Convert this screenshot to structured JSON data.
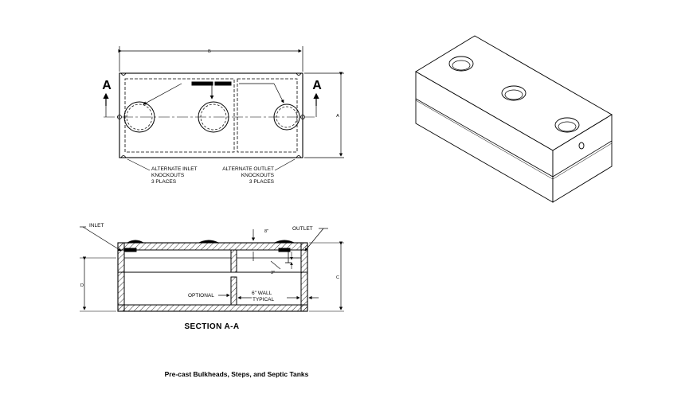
{
  "top_view": {
    "dim_b": "B",
    "dim_a": "A",
    "section_mark_left": "A",
    "section_mark_right": "A",
    "note_inlet": [
      "ALTERNATE INLET",
      "KNOCKOUTS",
      "3 PLACES"
    ],
    "note_outlet": [
      "ALTERNATE OUTLET",
      "KNOCKOUTS",
      "3 PLACES"
    ]
  },
  "section_view": {
    "label_inlet": "INLET",
    "label_outlet": "OUTLET",
    "dim_top": "8\"",
    "dim_small": "3\"",
    "dim_d": "D",
    "dim_c": "C",
    "label_optional": "OPTIONAL",
    "label_wall": [
      "6\" WALL",
      "TYPICAL"
    ],
    "caption": "SECTION A-A"
  },
  "footer": {
    "title": "Pre-cast Bulkheads, Steps, and Septic Tanks"
  }
}
